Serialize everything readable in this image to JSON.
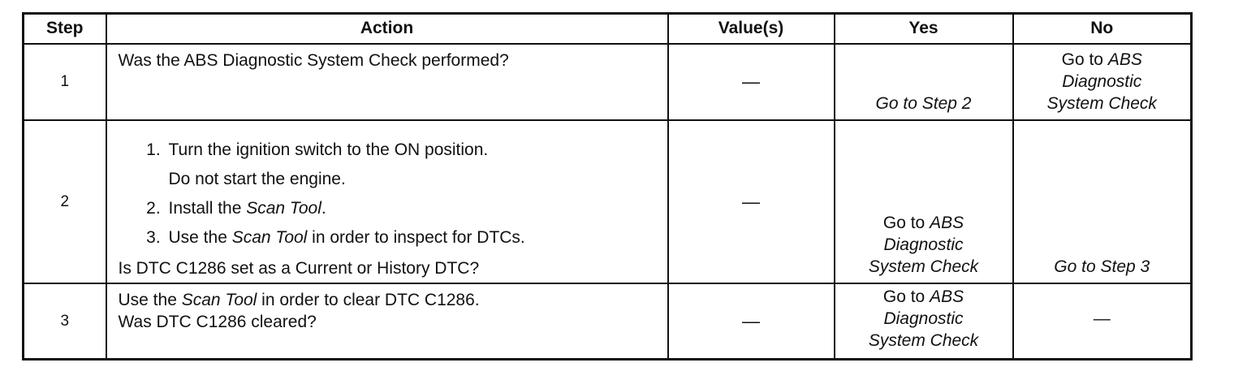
{
  "headers": {
    "step": "Step",
    "action": "Action",
    "values": "Value(s)",
    "yes": "Yes",
    "no": "No"
  },
  "rows": [
    {
      "step": "1",
      "action_text": "Was the ABS Diagnostic System Check performed?",
      "value": "—",
      "yes_text": "Go to Step 2",
      "no_prefix": "Go to ",
      "no_link_1": "ABS",
      "no_link_2": "Diagnostic",
      "no_link_3": "System Check"
    },
    {
      "step": "2",
      "item1": "Turn the ignition switch to the ON position.",
      "item1_cont": "Do not start the engine.",
      "item2_pre": "Install the ",
      "item2_em": "Scan Tool",
      "item2_post": ".",
      "item3_pre": "Use the ",
      "item3_em": "Scan Tool",
      "item3_post": " in order to inspect for DTCs.",
      "question": "Is DTC C1286 set as a Current or History DTC?",
      "value": "—",
      "yes_prefix": "Go to ",
      "yes_link_1": "ABS",
      "yes_link_2": "Diagnostic",
      "yes_link_3": "System Check",
      "no_text": "Go to Step 3"
    },
    {
      "step": "3",
      "line1_pre": "Use the ",
      "line1_em": "Scan Tool",
      "line1_post": " in order to clear DTC C1286.",
      "question": "Was DTC C1286 cleared?",
      "value": "—",
      "yes_prefix": "Go to ",
      "yes_link_1": "ABS",
      "yes_link_2": "Diagnostic",
      "yes_link_3": "System Check",
      "no_text": "—"
    }
  ]
}
